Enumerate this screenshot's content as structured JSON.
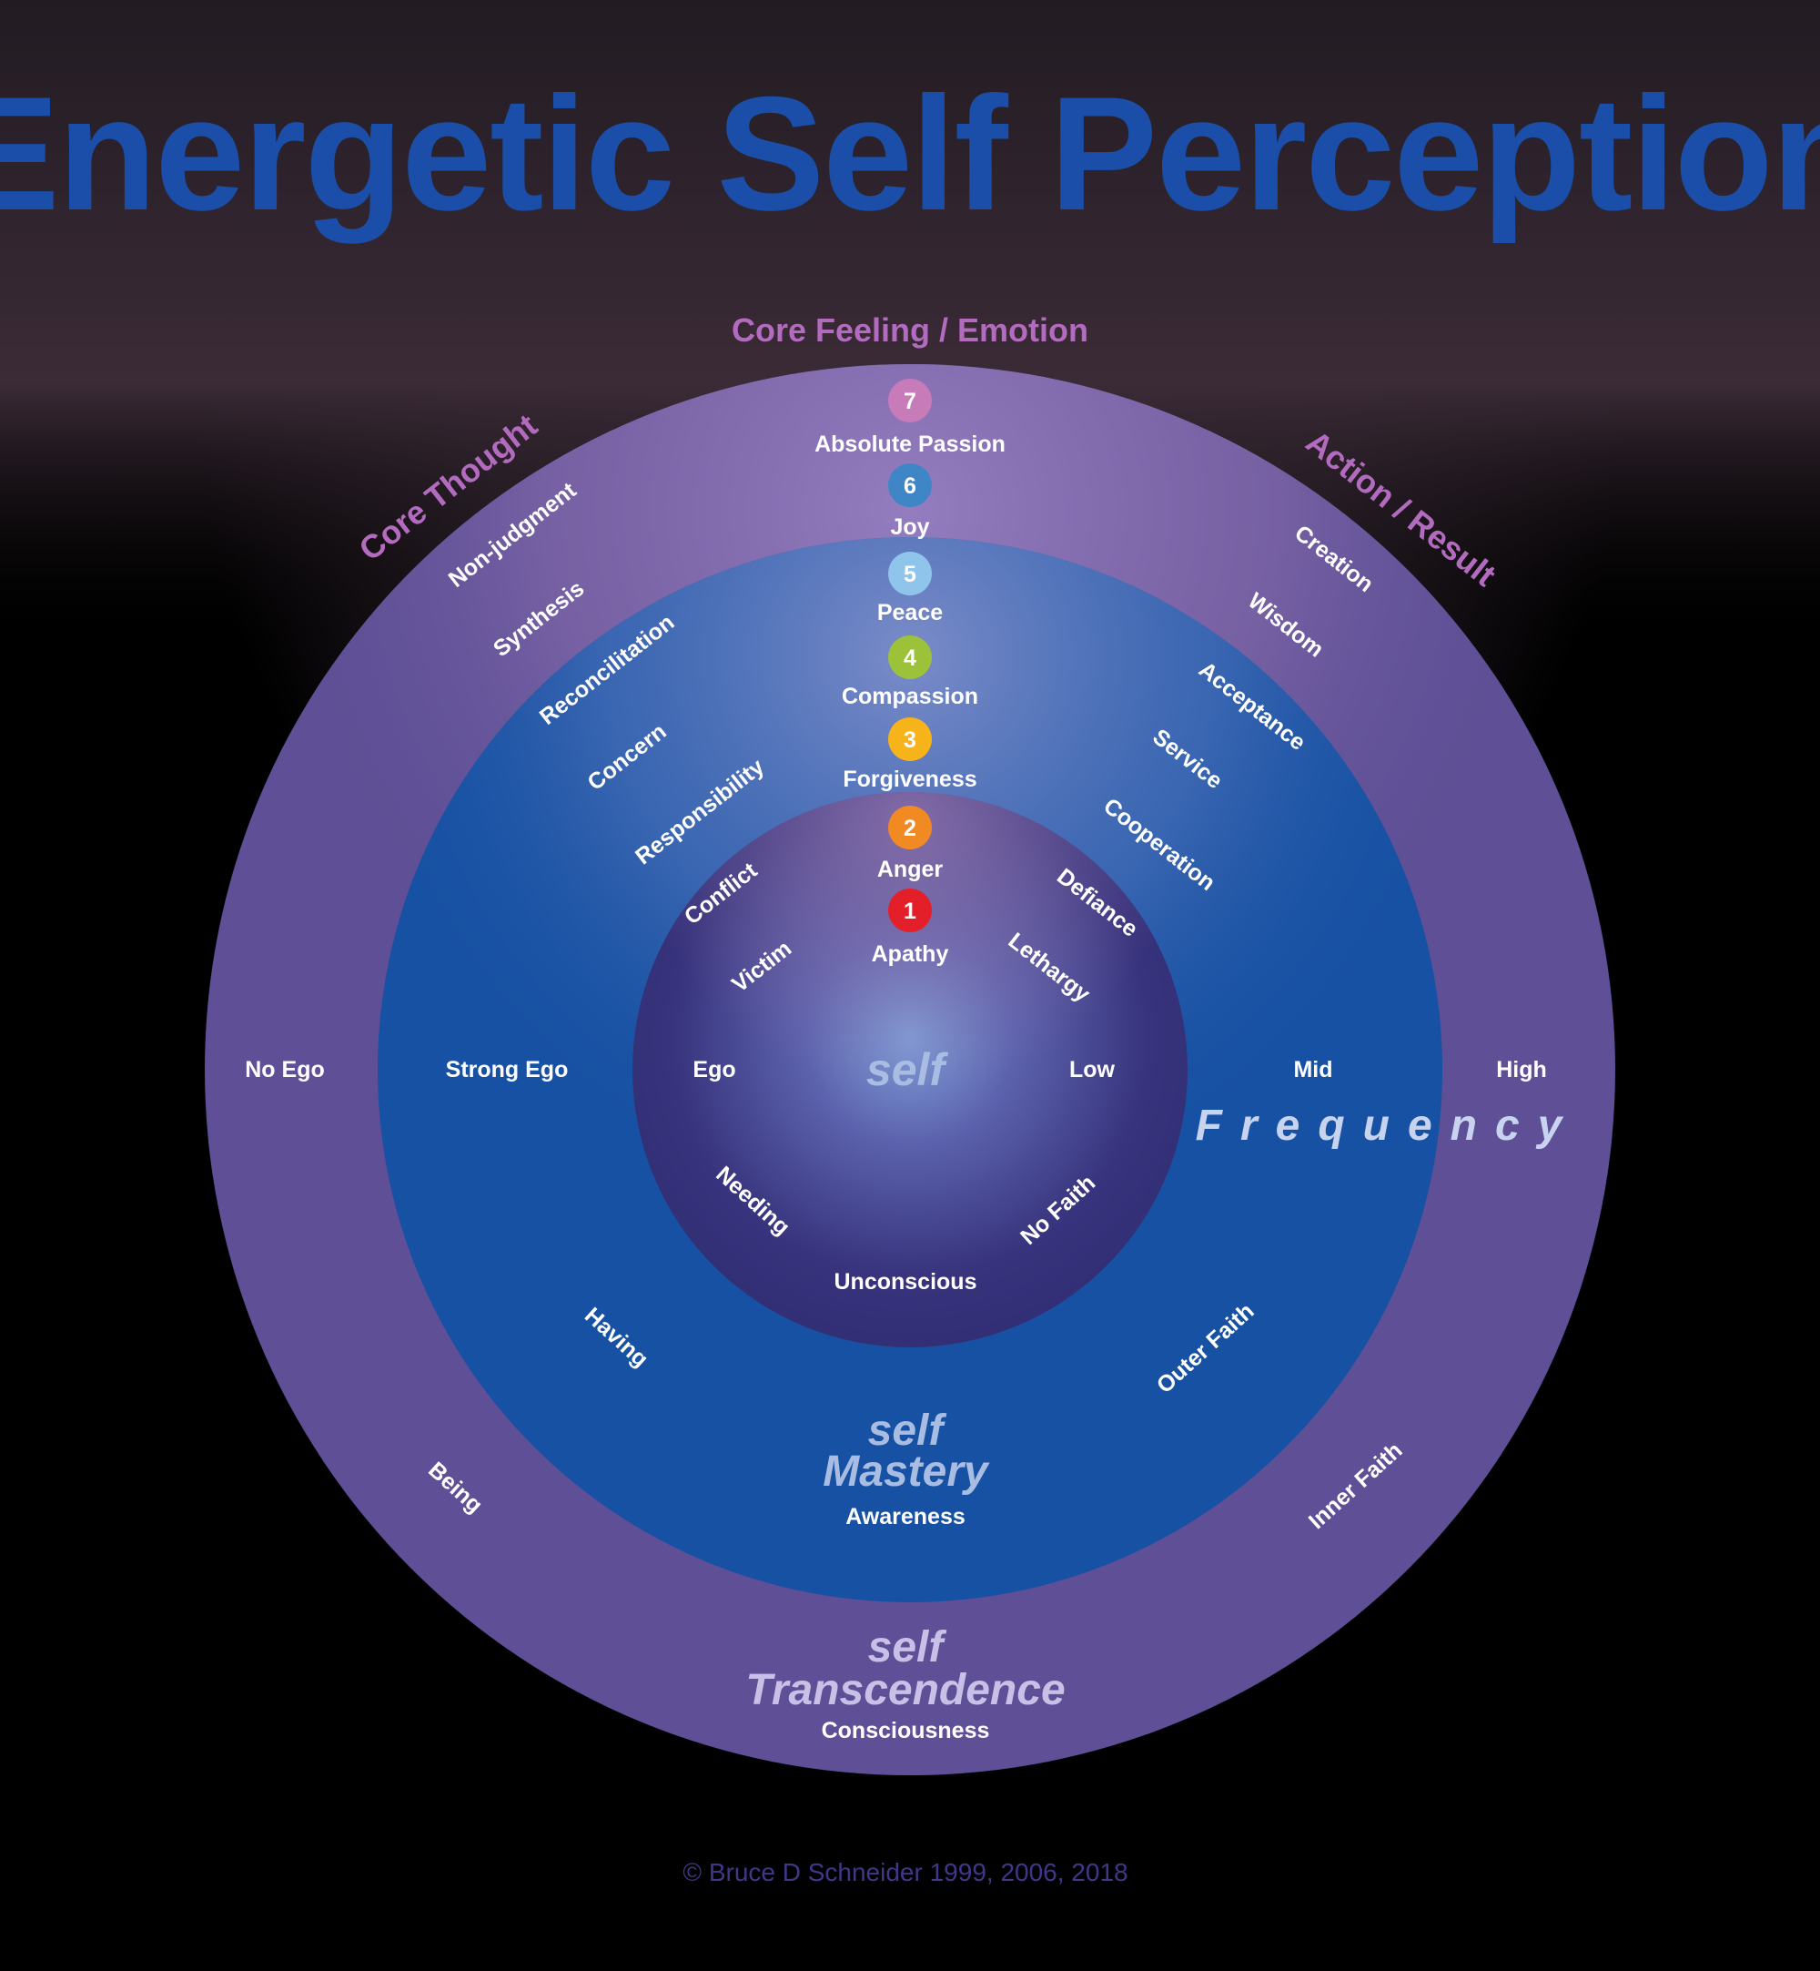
{
  "title": "Energetic Self Perception",
  "axes": {
    "top": "Core Feeling / Emotion",
    "left": "Core Thought",
    "right": "Action / Result",
    "frequency": "Frequency"
  },
  "levels": [
    {
      "num": "1",
      "feeling": "Apathy",
      "color": "#e3202a"
    },
    {
      "num": "2",
      "feeling": "Anger",
      "color": "#f28a24"
    },
    {
      "num": "3",
      "feeling": "Forgiveness",
      "color": "#f7b31a"
    },
    {
      "num": "4",
      "feeling": "Compassion",
      "color": "#9cc23a"
    },
    {
      "num": "5",
      "feeling": "Peace",
      "color": "#8fc5ea"
    },
    {
      "num": "6",
      "feeling": "Joy",
      "color": "#3f86c7"
    },
    {
      "num": "7",
      "feeling": "Absolute Passion",
      "color": "#c77bb8"
    }
  ],
  "thoughts": [
    "Victim",
    "Conflict",
    "Responsibility",
    "Concern",
    "Reconcilitation",
    "Synthesis",
    "Non-judgment"
  ],
  "actions": [
    "Lethargy",
    "Defiance",
    "Cooperation",
    "Service",
    "Acceptance",
    "Wisdom",
    "Creation"
  ],
  "ego": [
    "Ego",
    "Strong Ego",
    "No Ego"
  ],
  "frequencies": [
    "Low",
    "Mid",
    "High"
  ],
  "bottom_left": [
    "Needing",
    "Having",
    "Being"
  ],
  "bottom_right": [
    "No Faith",
    "Outer Faith",
    "Inner Faith"
  ],
  "rings": {
    "inner": {
      "word1": "self",
      "sub": "Unconscious"
    },
    "middle": {
      "word1": "self",
      "word2": "Mastery",
      "sub": "Awareness"
    },
    "outer": {
      "word1": "self",
      "word2": "Transcendence",
      "sub": "Consciousness"
    }
  },
  "copyright": "© Bruce D Schneider 1999, 2006, 2018",
  "colors": {
    "outer_ring": "#5e4f96",
    "middle_ring": "#1751a3",
    "inner_circle": "#37337c",
    "title": "#1a4ea8",
    "axis_label": "#b36bbf"
  }
}
